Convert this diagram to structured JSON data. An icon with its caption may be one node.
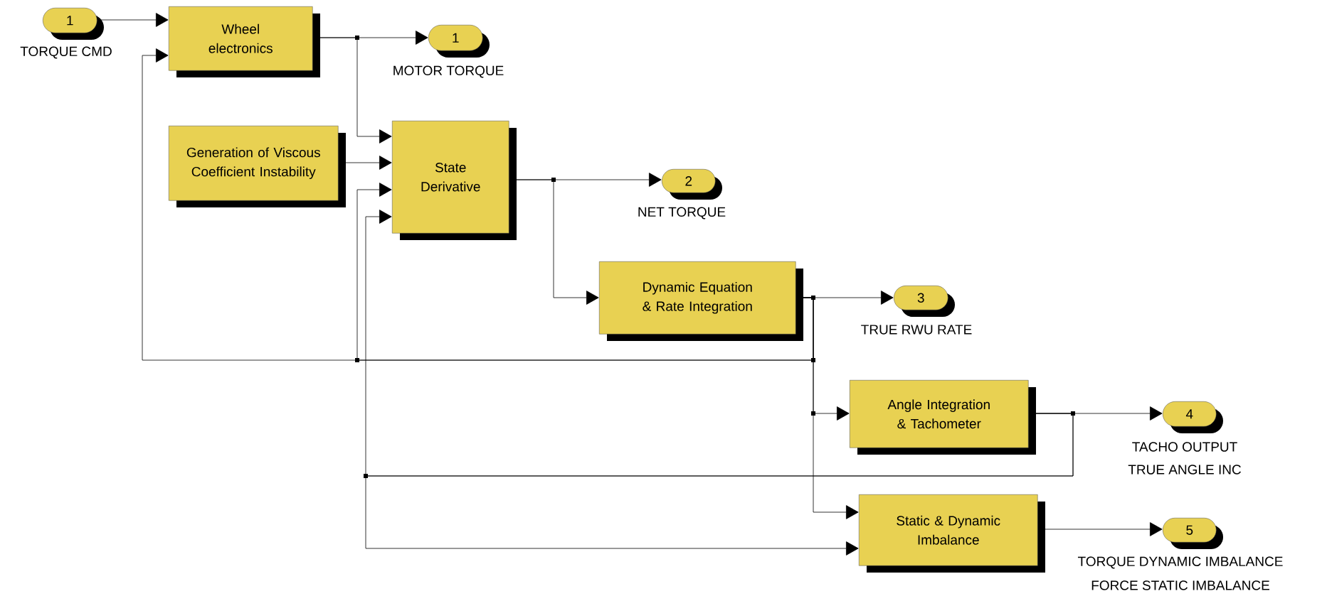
{
  "diagram": {
    "nodes": [
      {
        "text": [
          "1"
        ],
        "beside": [
          "TORQUE CMD"
        ]
      },
      {
        "text": [
          "Wheel electronics"
        ]
      },
      {
        "text": [
          "1"
        ],
        "beside": [
          "MOTOR TORQUE"
        ]
      },
      {
        "text": [
          "Generation of Viscous Coefficient Instability"
        ]
      },
      {
        "text": [
          "State Derivative"
        ]
      },
      {
        "text": [
          "2"
        ],
        "beside": [
          "NET TORQUE"
        ]
      },
      {
        "text": [
          "Dynamic Equation & Rate Integration"
        ]
      },
      {
        "text": [
          "3"
        ],
        "beside": [
          "TRUE RWU RATE"
        ]
      },
      {
        "text": [
          "Angle Integration & Tachometer"
        ]
      },
      {
        "text": [
          "4"
        ],
        "beside": [
          "TACHO OUTPUT",
          "TRUE ANGLE INC"
        ]
      },
      {
        "text": [
          "Static & Dynamic Imbalance"
        ]
      },
      {
        "text": [
          "5"
        ],
        "beside": [
          "TORQUE DYNAMIC IMBALANCE",
          "FORCE STATIC IMBALANCE"
        ]
      }
    ],
    "edges": [
      {
        "from": 0,
        "to": 1,
        "arrow": "to"
      },
      {
        "from": 1,
        "to": 2,
        "arrow": "to"
      },
      {
        "from": 1,
        "to": 4,
        "arrow": "to"
      },
      {
        "from": 3,
        "to": 4,
        "arrow": "to"
      },
      {
        "from": 4,
        "to": 5,
        "arrow": "to"
      },
      {
        "from": 4,
        "to": 6,
        "arrow": "to"
      },
      {
        "from": 6,
        "to": 7,
        "arrow": "to"
      },
      {
        "from": 6,
        "to": 1,
        "arrow": "to"
      },
      {
        "from": 6,
        "to": 4,
        "arrow": "to"
      },
      {
        "from": 6,
        "to": 8,
        "arrow": "to"
      },
      {
        "from": 6,
        "to": 10,
        "arrow": "to"
      },
      {
        "from": 8,
        "to": 9,
        "arrow": "to"
      },
      {
        "from": 8,
        "to": 4,
        "arrow": "to"
      },
      {
        "from": 8,
        "to": 10,
        "arrow": "to"
      },
      {
        "from": 10,
        "to": 11,
        "arrow": "to"
      }
    ]
  }
}
